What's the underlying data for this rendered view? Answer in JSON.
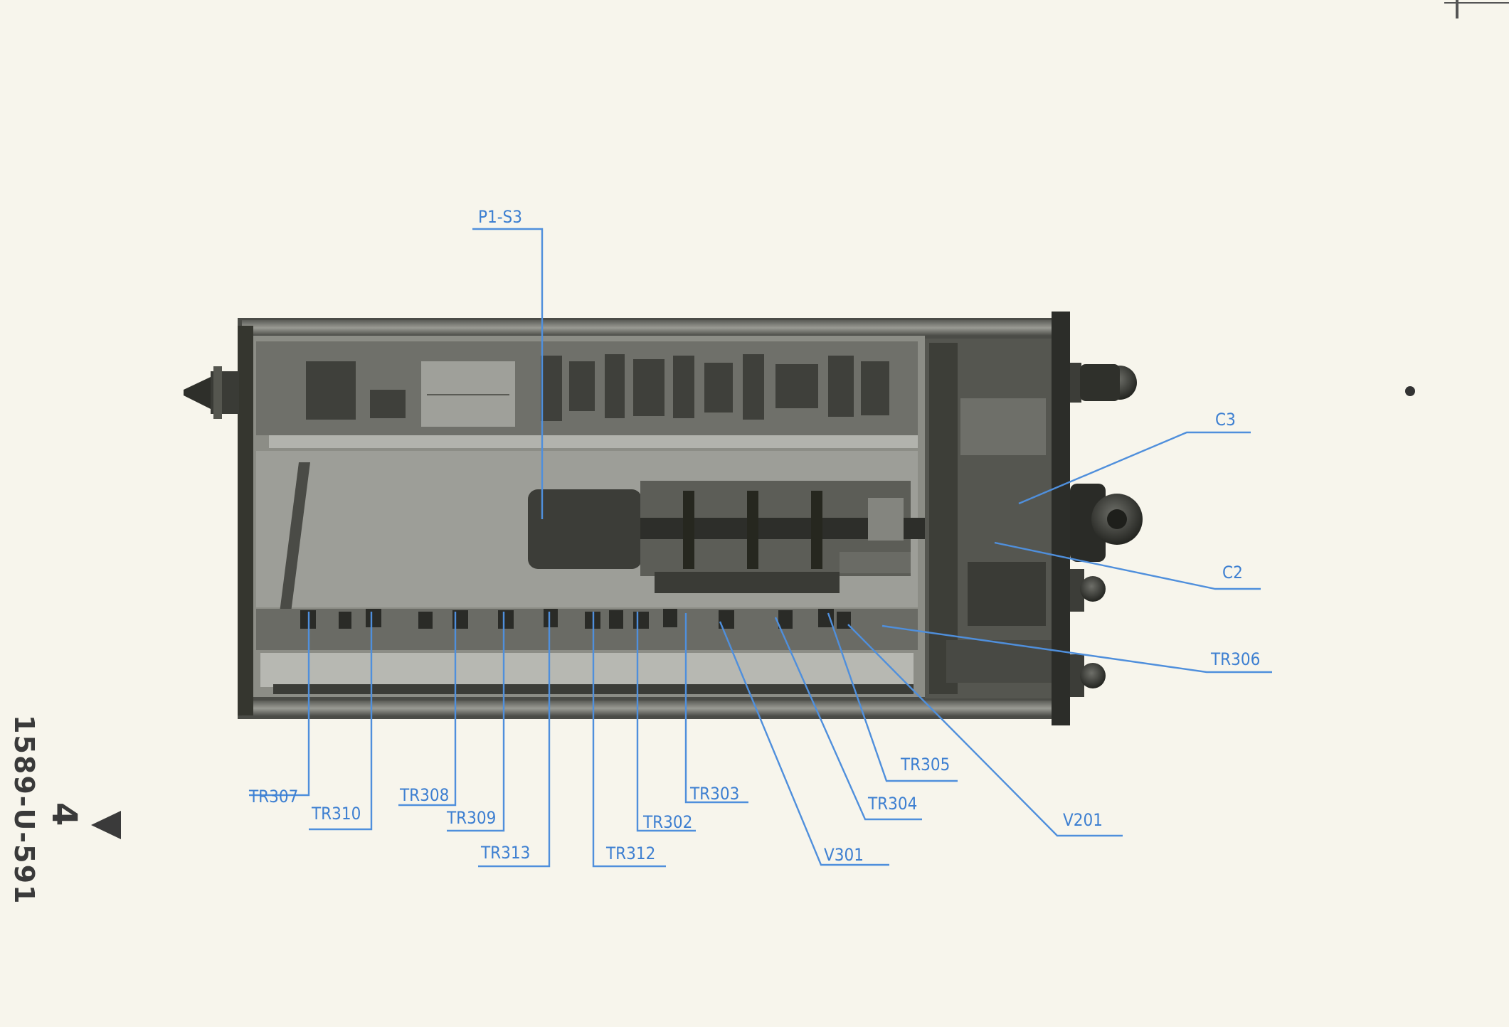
{
  "figure": {
    "document_code": "1589-U-591",
    "page_number": "4"
  },
  "callouts": [
    {
      "id": "p1s3",
      "label": "P1-S3"
    },
    {
      "id": "c3",
      "label": "C3"
    },
    {
      "id": "c2",
      "label": "C2"
    },
    {
      "id": "tr306",
      "label": "TR306"
    },
    {
      "id": "tr305",
      "label": "TR305"
    },
    {
      "id": "tr304",
      "label": "TR304"
    },
    {
      "id": "v201",
      "label": "V201"
    },
    {
      "id": "v301",
      "label": "V301"
    },
    {
      "id": "tr303",
      "label": "TR303"
    },
    {
      "id": "tr302",
      "label": "TR302"
    },
    {
      "id": "tr312",
      "label": "TR312"
    },
    {
      "id": "tr313",
      "label": "TR313"
    },
    {
      "id": "tr309",
      "label": "TR309"
    },
    {
      "id": "tr308",
      "label": "TR308"
    },
    {
      "id": "tr310",
      "label": "TR310"
    },
    {
      "id": "tr307",
      "label": "TR307"
    }
  ],
  "colors": {
    "callout_blue": "#4f8fdc",
    "paper": "#f7f5ec",
    "chassis_dark": "#3c3d39",
    "chassis_mid": "#7a7b74"
  }
}
